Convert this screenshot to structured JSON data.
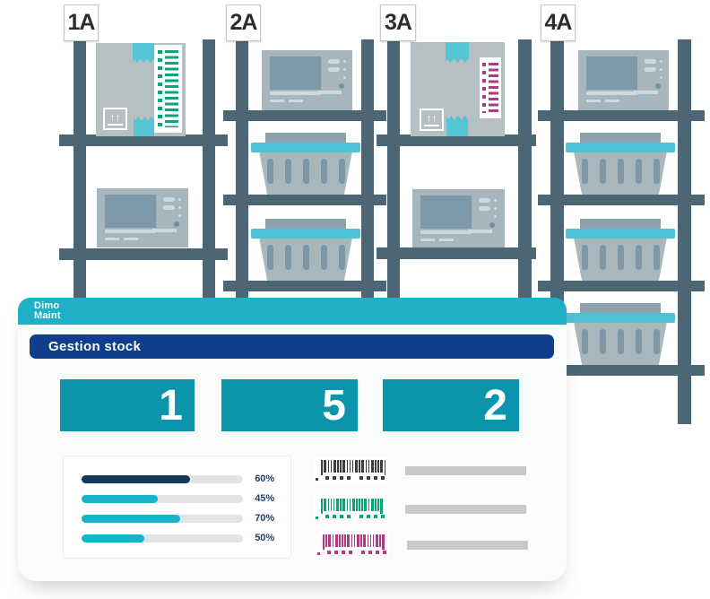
{
  "scene": {
    "racks": [
      {
        "label": "1A",
        "shelf_contents": [
          "box-with-green-barcode-label",
          "terminal-device"
        ]
      },
      {
        "label": "2A",
        "shelf_contents": [
          "terminal-device",
          "basket",
          "basket"
        ]
      },
      {
        "label": "3A",
        "shelf_contents": [
          "box-with-magenta-barcode-label",
          "terminal-device"
        ]
      },
      {
        "label": "4A",
        "shelf_contents": [
          "terminal-device",
          "basket",
          "basket",
          "basket"
        ]
      }
    ]
  },
  "card": {
    "logo": {
      "line1": "Dimo",
      "line2": "Maint"
    },
    "title": "Gestion stock",
    "stats": [
      {
        "value": "1"
      },
      {
        "value": "5"
      },
      {
        "value": "2"
      }
    ],
    "progress": {
      "items": [
        {
          "label": "60%",
          "fill_pct": 67,
          "color_key": "progress_navy"
        },
        {
          "label": "45%",
          "fill_pct": 47,
          "color_key": "progress_teal"
        },
        {
          "label": "70%",
          "fill_pct": 61,
          "color_key": "progress_teal"
        },
        {
          "label": "50%",
          "fill_pct": 39,
          "color_key": "progress_teal"
        }
      ]
    },
    "barcodes": [
      {
        "name": "barcode-dark",
        "color": "#3d3d3d",
        "bars": [
          1,
          2,
          1,
          1,
          2,
          1,
          1,
          2,
          1,
          1,
          1,
          2,
          1,
          2,
          1,
          1,
          2,
          1,
          1,
          2,
          1
        ]
      },
      {
        "name": "barcode-green",
        "color": "#0ca377",
        "bars": [
          1,
          2,
          1,
          1,
          1,
          2,
          1,
          2,
          1,
          1,
          2,
          1,
          1,
          1,
          2,
          1,
          2,
          1,
          1,
          2
        ]
      },
      {
        "name": "barcode-magenta",
        "color": "#ae3a88",
        "bars": [
          1,
          1,
          2,
          1,
          2,
          1,
          1,
          1,
          2,
          1,
          1,
          2,
          1,
          2,
          1,
          1,
          1,
          2,
          1,
          2
        ]
      }
    ],
    "placeholder_lines": 3
  },
  "colors": {
    "rack": "#4c6673",
    "box": "#b6c0c3",
    "tape": "#55c4d4",
    "label_green": "#0ba377",
    "label_magenta": "#ae3a88",
    "device_body": "#a6b6bc",
    "device_screen": "#7e99a9",
    "device_detail": "#ccdade",
    "device_accent": "#6e92a3",
    "basket_body": "#a8b7bc",
    "basket_stripe": "#7d97a6",
    "basket_lid": "#4dc3d5",
    "basket_handle": "#8ca3af",
    "card_bg": "#fafbfb",
    "header_teal": "#1fb0c5",
    "navy": "#0e3e8c",
    "stat_teal": "#0a95ac",
    "progress_navy": "#15395c",
    "progress_teal": "#19b3c9",
    "track": "#e3e4e5",
    "pct_text": "#1e3f6a",
    "gray_line": "#c8c8c8",
    "label_text": "#2a2e31"
  }
}
